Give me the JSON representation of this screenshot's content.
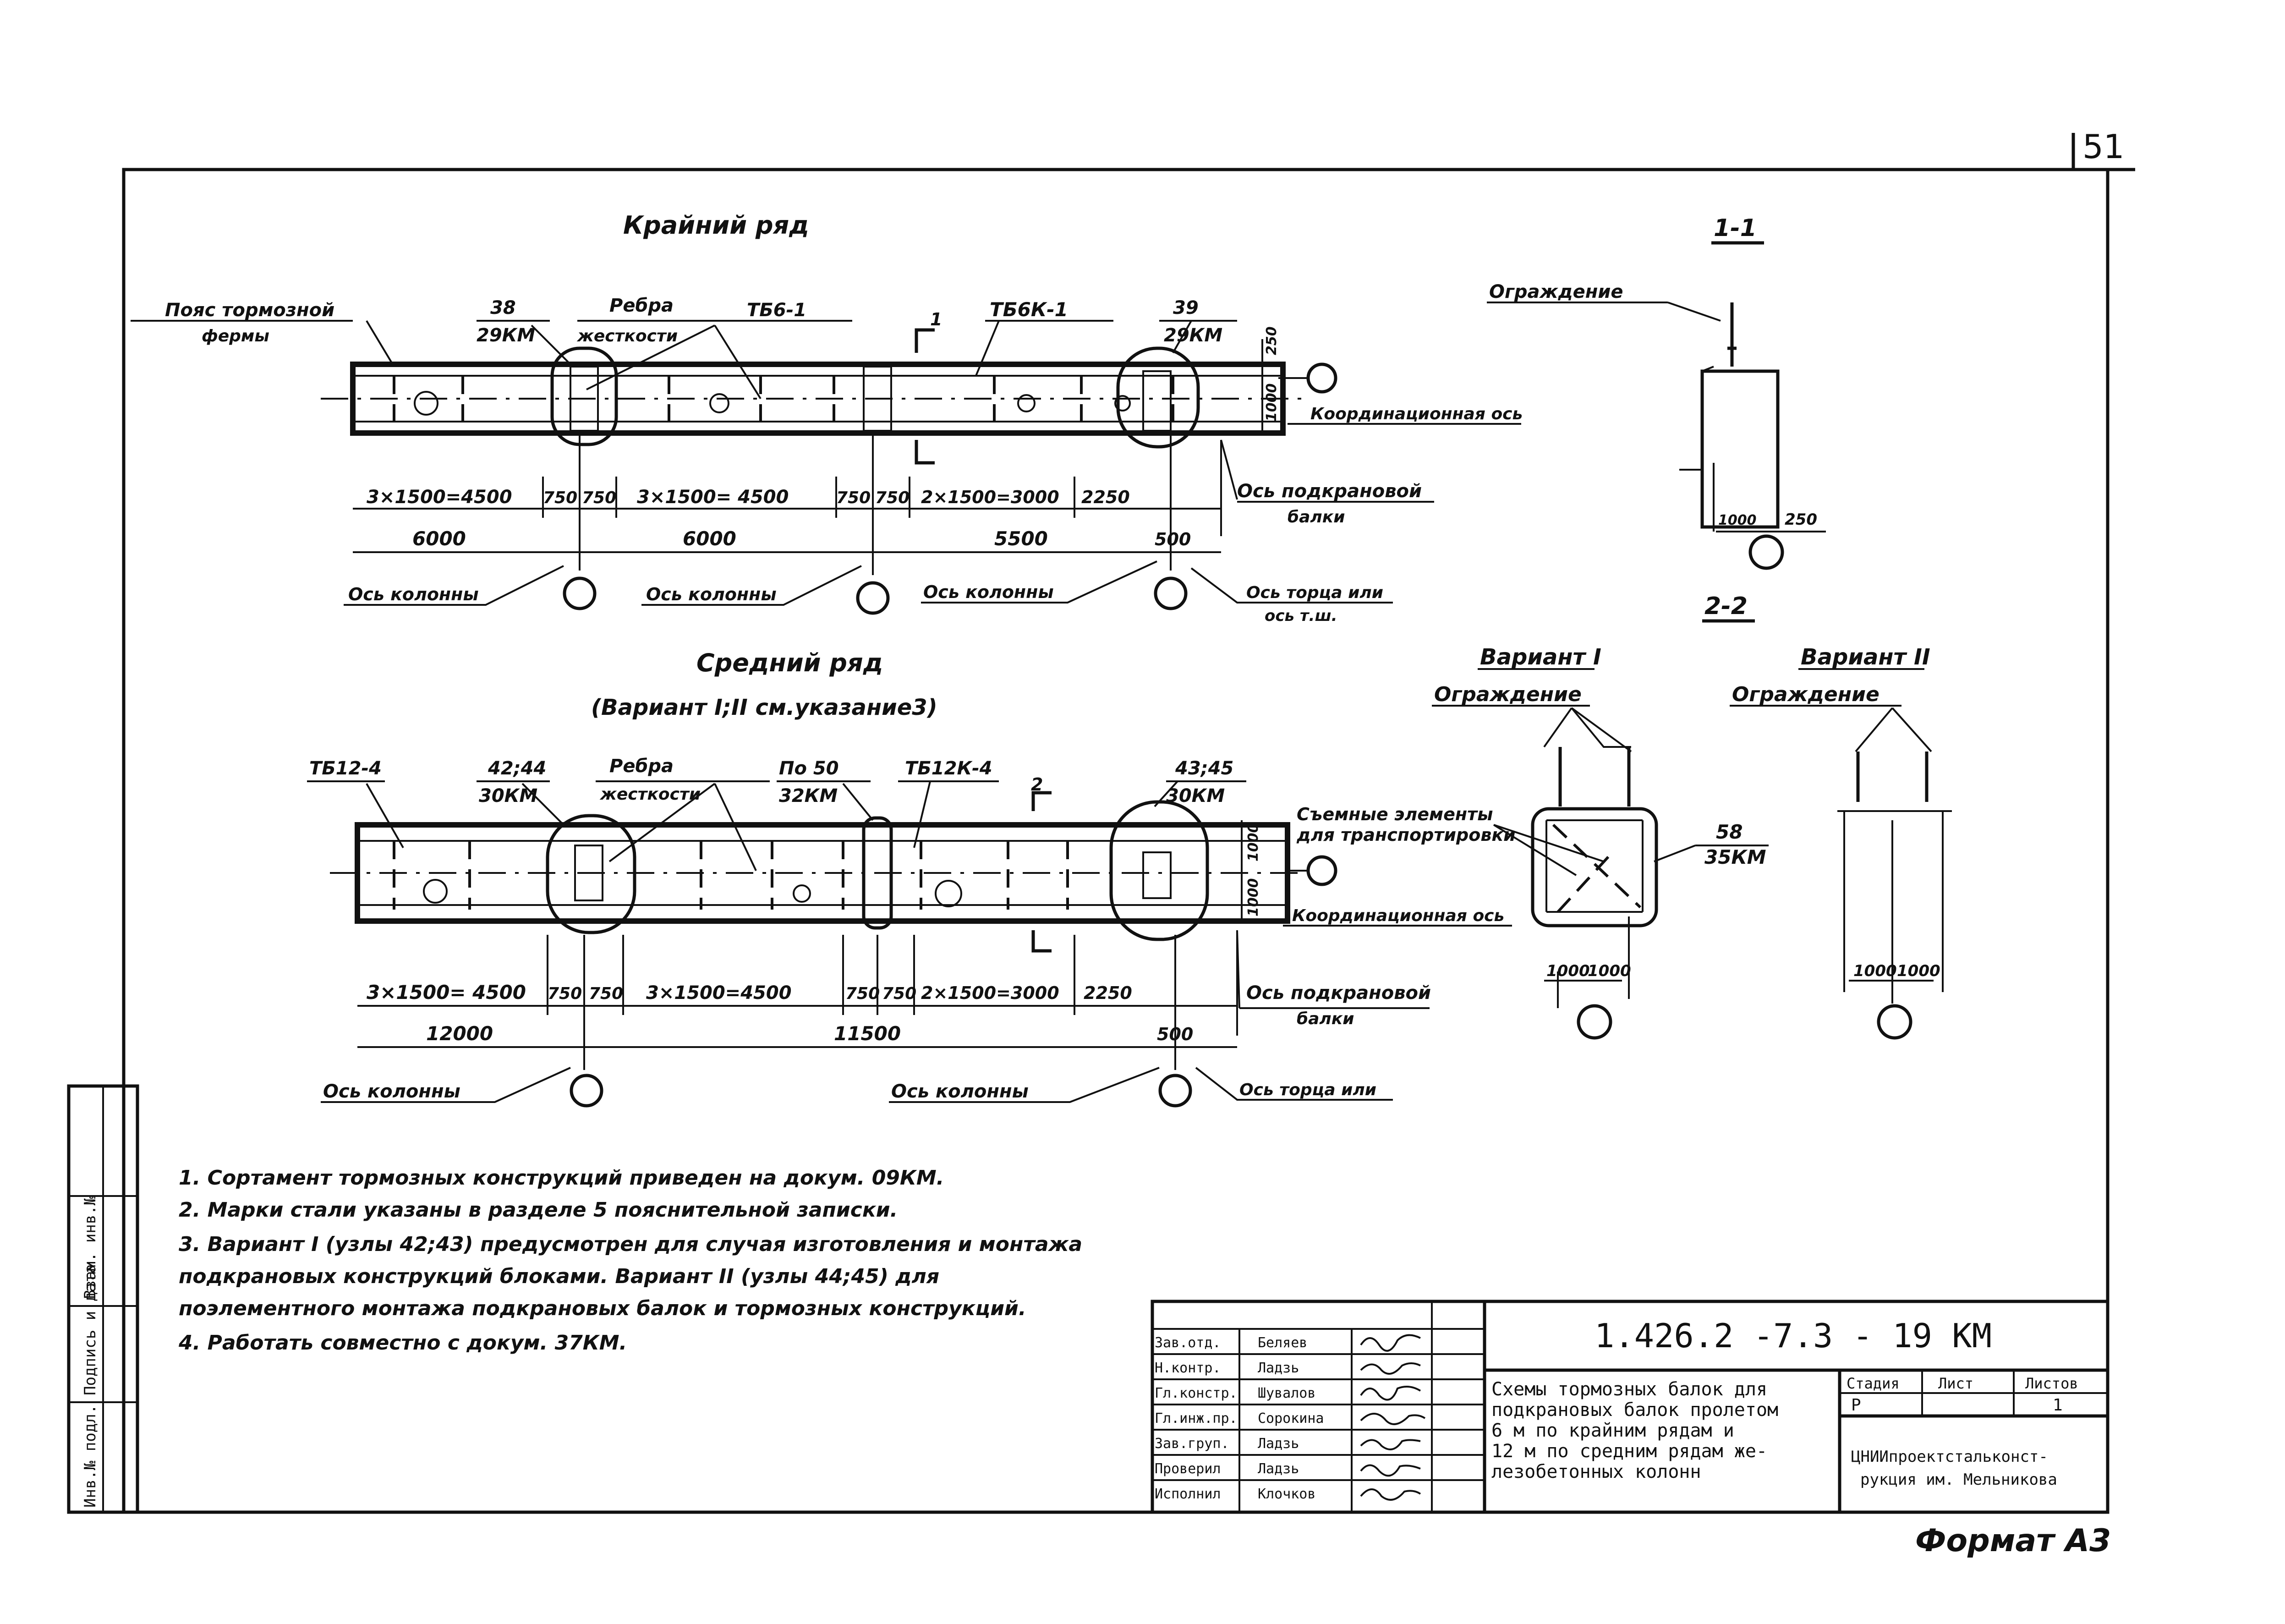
{
  "page_number": "51",
  "format_label": "Формат А3",
  "side_stamp": {
    "inv_orig": "Инв.№ подл.",
    "sign_date": "Подпись и дата",
    "inv_dup": "Взам. инв.№"
  },
  "top_scheme": {
    "title": "Крайний ряд",
    "labels": {
      "belt": "Пояс тормозной",
      "belt2": "фермы",
      "node38": "38",
      "km29a": "29КМ",
      "ribs": "Ребра",
      "ribs2": "жесткости",
      "tb6": "ТБ6-1",
      "tb6k": "ТБ6К-1",
      "node39": "39",
      "km29b": "29КМ",
      "sec1": "1",
      "coord_axis": "Координационная ось",
      "crane_axis": "Ось подкрановой",
      "crane_axis2": "балки",
      "col_axis": "Ось колонны",
      "end_axis": "Ось торца или",
      "end_axis2": "ось т.ш.",
      "d250": "250",
      "d1000": "1000"
    },
    "dims_upper": [
      "3×1500=4500",
      "750",
      "750",
      "3×1500= 4500",
      "750",
      "750",
      "2×1500=3000",
      "2250"
    ],
    "dims_lower": [
      "6000",
      "6000",
      "5500",
      "500"
    ]
  },
  "mid_scheme": {
    "title": "Средний ряд",
    "subtitle": "(Вариант I;II см.указание3)",
    "labels": {
      "tb12": "ТБ12-4",
      "node4244": "42;44",
      "km30a": "30КМ",
      "ribs": "Ребра",
      "ribs2": "жесткости",
      "node50": "По 50",
      "km32": "32КМ",
      "tb12k": "ТБ12К-4",
      "node4345": "43;45",
      "km30b": "30КМ",
      "sec2": "2",
      "coord_axis": "Координационная ось",
      "crane_axis": "Ось подкрановой",
      "crane_axis2": "балки",
      "col_axis": "Ось колонны",
      "end_axis": "Ось торца или",
      "d1000a": "1000",
      "d1000b": "1000"
    },
    "dims_upper": [
      "3×1500= 4500",
      "750",
      "750",
      "3×1500=4500",
      "750",
      "750",
      "2×1500=3000",
      "2250"
    ],
    "dims_lower": [
      "12000",
      "11500",
      "500"
    ]
  },
  "section_1": {
    "title": "1-1",
    "guard": "Ограждение",
    "d1000": "1000",
    "d250": "250",
    "title2": "2-2"
  },
  "variant_1": {
    "title": "Вариант I",
    "guard": "Ограждение",
    "removable": "Съемные элементы",
    "removable2": "для транспортировки",
    "node58": "58",
    "km35": "35КМ",
    "d1": "1000",
    "d2": "1000"
  },
  "variant_2": {
    "title": "Вариант II",
    "guard": "Ограждение",
    "d1": "1000",
    "d2": "1000"
  },
  "notes": [
    "1. Сортамент тормозных конструкций приведен на докум. 09КМ.",
    "2. Марки стали указаны в разделе 5 пояснительной записки.",
    "3. Вариант I (узлы 42;43) предусмотрен для случая изготовления и монтажа",
    "подкрановых конструкций блоками. Вариант II (узлы 44;45) для",
    "поэлементного монтажа подкрановых балок и тормозных конструкций.",
    "4. Работать совместно с докум. 37КМ."
  ],
  "title_block": {
    "code": "1.426.2 -7.3 - 19 КМ",
    "description": [
      "Схемы тормозных балок для",
      "подкрановых балок пролетом",
      "6 м по крайним рядам и",
      "12 м по средним рядам же-",
      "лезобетонных колонн"
    ],
    "stage_h": "Стадия",
    "sheet_h": "Лист",
    "sheets_h": "Листов",
    "stage": "Р",
    "sheet": "",
    "sheets": "1",
    "org": [
      "ЦНИИпроектстальконст-",
      "рукция им. Мельникова"
    ],
    "people": [
      {
        "role": "Зав.отд.",
        "name": "Беляев"
      },
      {
        "role": "Н.контр.",
        "name": "Ладзь"
      },
      {
        "role": "Гл.констр.",
        "name": "Шувалов"
      },
      {
        "role": "Гл.инж.пр.",
        "name": "Сорокина"
      },
      {
        "role": "Зав.груп.",
        "name": "Ладзь"
      },
      {
        "role": "Проверил",
        "name": "Ладзь"
      },
      {
        "role": "Исполнил",
        "name": "Клочков"
      }
    ]
  }
}
